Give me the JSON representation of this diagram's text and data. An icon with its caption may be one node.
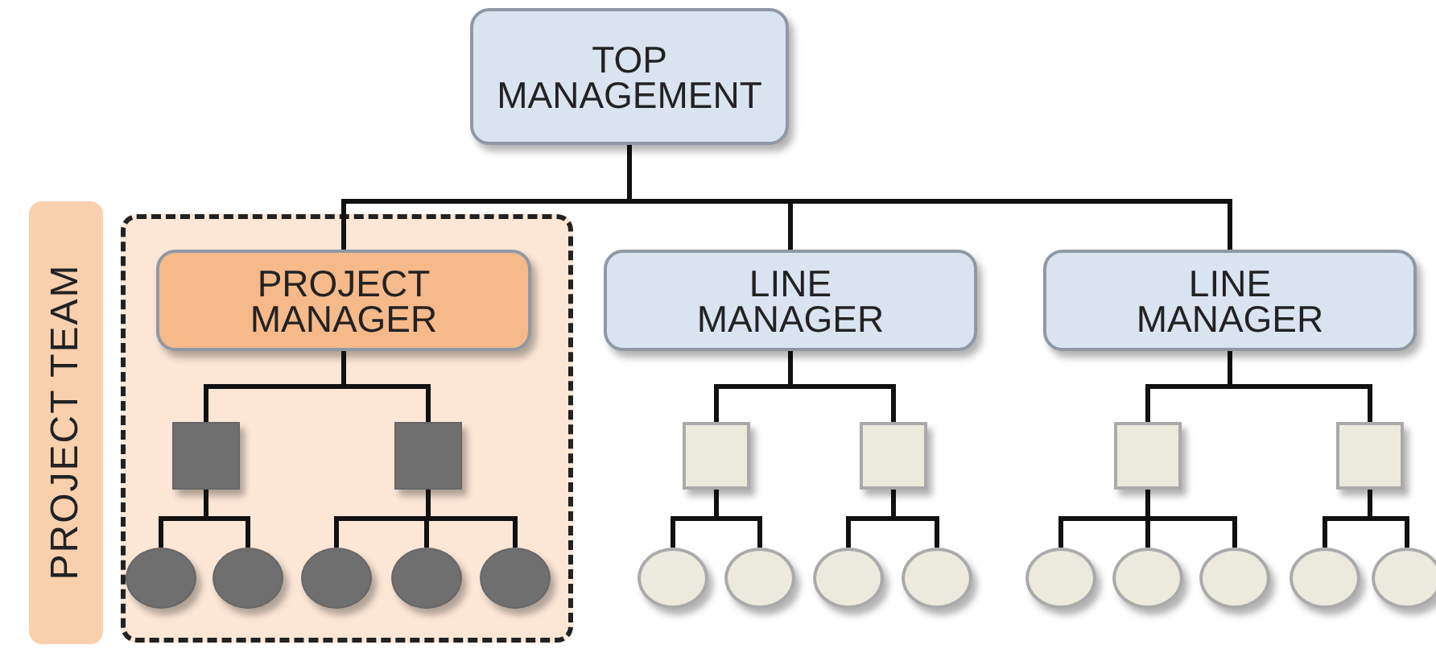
{
  "diagram": {
    "nodes": [
      {
        "text": [
          "TOP MANAGEMENT"
        ]
      },
      {
        "text": [
          "PROJECT TEAM"
        ]
      },
      {
        "text": [
          "PROJECT MANAGER"
        ],
        "in": 1
      },
      {
        "text": [
          "LINE MANAGER"
        ]
      },
      {
        "text": [
          "LINE MANAGER"
        ]
      },
      {
        "text": [],
        "shape": "box",
        "in": 1
      },
      {
        "text": [],
        "shape": "box",
        "in": 1
      },
      {
        "text": [],
        "shape": "box"
      },
      {
        "text": [],
        "shape": "box"
      },
      {
        "text": [],
        "shape": "box"
      },
      {
        "text": [],
        "shape": "box"
      },
      {
        "text": [],
        "shape": "circle",
        "in": 1
      },
      {
        "text": [],
        "shape": "circle",
        "in": 1
      },
      {
        "text": [],
        "shape": "circle",
        "in": 1
      },
      {
        "text": [],
        "shape": "circle",
        "in": 1
      },
      {
        "text": [],
        "shape": "circle",
        "in": 1
      },
      {
        "text": [],
        "shape": "circle"
      },
      {
        "text": [],
        "shape": "circle"
      },
      {
        "text": [],
        "shape": "circle"
      },
      {
        "text": [],
        "shape": "circle"
      },
      {
        "text": [],
        "shape": "circle"
      },
      {
        "text": [],
        "shape": "circle"
      },
      {
        "text": [],
        "shape": "circle"
      },
      {
        "text": [],
        "shape": "circle"
      },
      {
        "text": [],
        "shape": "circle"
      }
    ],
    "edges": [
      {
        "from": 0,
        "to": 2,
        "arrow": "none"
      },
      {
        "from": 0,
        "to": 3,
        "arrow": "none"
      },
      {
        "from": 0,
        "to": 4,
        "arrow": "none"
      },
      {
        "from": 2,
        "to": 5,
        "arrow": "none"
      },
      {
        "from": 2,
        "to": 6,
        "arrow": "none"
      },
      {
        "from": 3,
        "to": 7,
        "arrow": "none"
      },
      {
        "from": 3,
        "to": 8,
        "arrow": "none"
      },
      {
        "from": 4,
        "to": 9,
        "arrow": "none"
      },
      {
        "from": 4,
        "to": 10,
        "arrow": "none"
      },
      {
        "from": 5,
        "to": 11,
        "arrow": "none"
      },
      {
        "from": 5,
        "to": 12,
        "arrow": "none"
      },
      {
        "from": 6,
        "to": 13,
        "arrow": "none"
      },
      {
        "from": 6,
        "to": 14,
        "arrow": "none"
      },
      {
        "from": 6,
        "to": 15,
        "arrow": "none"
      },
      {
        "from": 7,
        "to": 16,
        "arrow": "none"
      },
      {
        "from": 7,
        "to": 17,
        "arrow": "none"
      },
      {
        "from": 8,
        "to": 18,
        "arrow": "none"
      },
      {
        "from": 8,
        "to": 19,
        "arrow": "none"
      },
      {
        "from": 9,
        "to": 20,
        "arrow": "none"
      },
      {
        "from": 9,
        "to": 21,
        "arrow": "none"
      },
      {
        "from": 9,
        "to": 22,
        "arrow": "none"
      },
      {
        "from": 10,
        "to": 23,
        "arrow": "none"
      },
      {
        "from": 10,
        "to": 24,
        "arrow": "none"
      }
    ]
  }
}
